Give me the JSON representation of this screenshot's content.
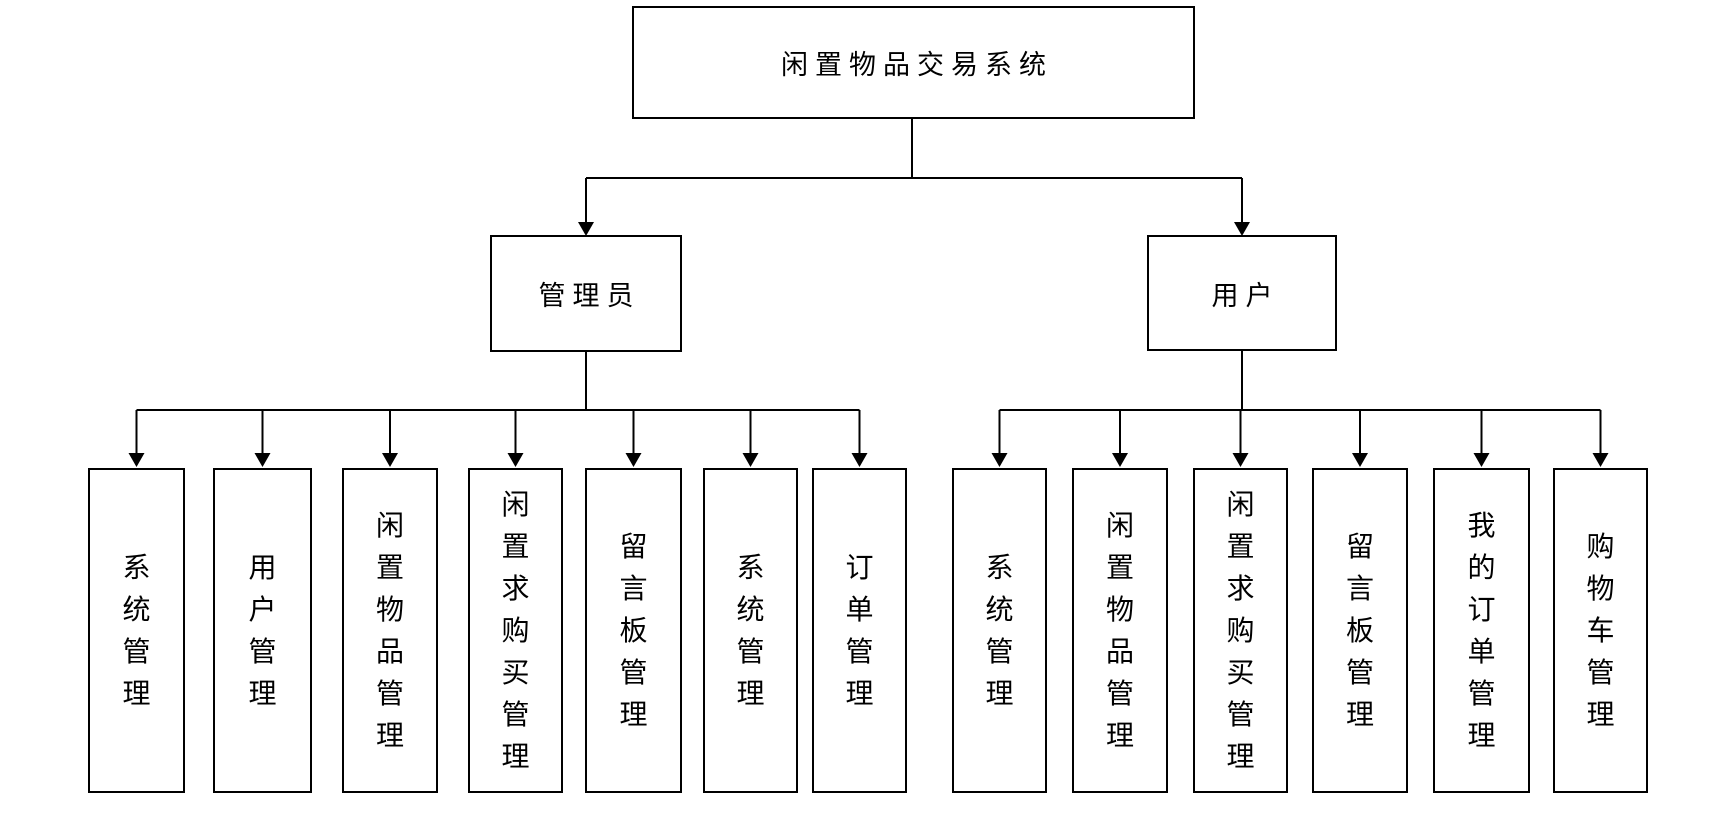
{
  "diagram": {
    "root": {
      "label": "闲置物品交易系统"
    },
    "branches": [
      {
        "label": "管理员",
        "children": [
          "系统管理",
          "用户管理",
          "闲置物品管理",
          "闲置求购买管理",
          "留言板管理",
          "系统管理",
          "订单管理"
        ]
      },
      {
        "label": "用户",
        "children": [
          "系统管理",
          "闲置物品管理",
          "闲置求购买管理",
          "留言板管理",
          "我的订单管理",
          "购物车管理"
        ]
      }
    ],
    "colors": {
      "line": "#000000",
      "box_border": "#000000",
      "box_fill": "#ffffff",
      "text": "#000000",
      "background": "#ffffff"
    }
  }
}
